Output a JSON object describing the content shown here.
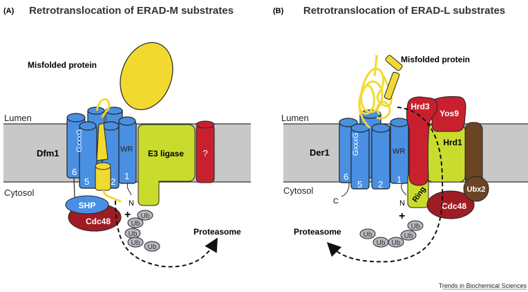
{
  "panel_a": {
    "tag": "(A)",
    "title": "Retrotranslocation of ERAD-M substrates",
    "misfolded": "Misfolded protein",
    "lumen": "Lumen",
    "cytosol": "Cytosol",
    "channel": "Dfm1",
    "motif": "GxxxG",
    "wr": "WR",
    "helices": [
      "6",
      "5",
      "2",
      "1"
    ],
    "e3": "E3 ligase",
    "unknown": "?",
    "shp": "SHP",
    "cdc48": "Cdc48",
    "n_term": "N",
    "plus": "+",
    "ub": [
      "Ub",
      "Ub",
      "Ub",
      "Ub",
      "Ub"
    ],
    "proteasome": "Proteasome"
  },
  "panel_b": {
    "tag": "(B)",
    "title": "Retrotranslocation of ERAD-L substrates",
    "misfolded": "Misfolded protein",
    "lumen": "Lumen",
    "cytosol": "Cytosol",
    "channel": "Der1",
    "motif": "GxxxG",
    "wr": "WR",
    "helices": [
      "6",
      "5",
      "2",
      "1"
    ],
    "hrd3": "Hrd3",
    "yos9": "Yos9",
    "hrd1": "Hrd1",
    "ring": "Ring",
    "ubx2": "Ubx2",
    "cdc48": "Cdc48",
    "c_term": "C",
    "n_term": "N",
    "plus": "+",
    "ub": [
      "Ub",
      "Ub",
      "Ub",
      "Ub",
      "Ub"
    ],
    "proteasome": "Proteasome"
  },
  "footer": "Trends in Biochemical Sciences",
  "colors": {
    "membrane": "#c8c8c8",
    "helix_blue": "#4a90e2",
    "substrate_yellow": "#f2d930",
    "e3_lime": "#c9dc2e",
    "red": "#c8202e",
    "dark_red": "#a01c24",
    "brown": "#6b4423",
    "ub_grey": "#b8b8c0"
  }
}
